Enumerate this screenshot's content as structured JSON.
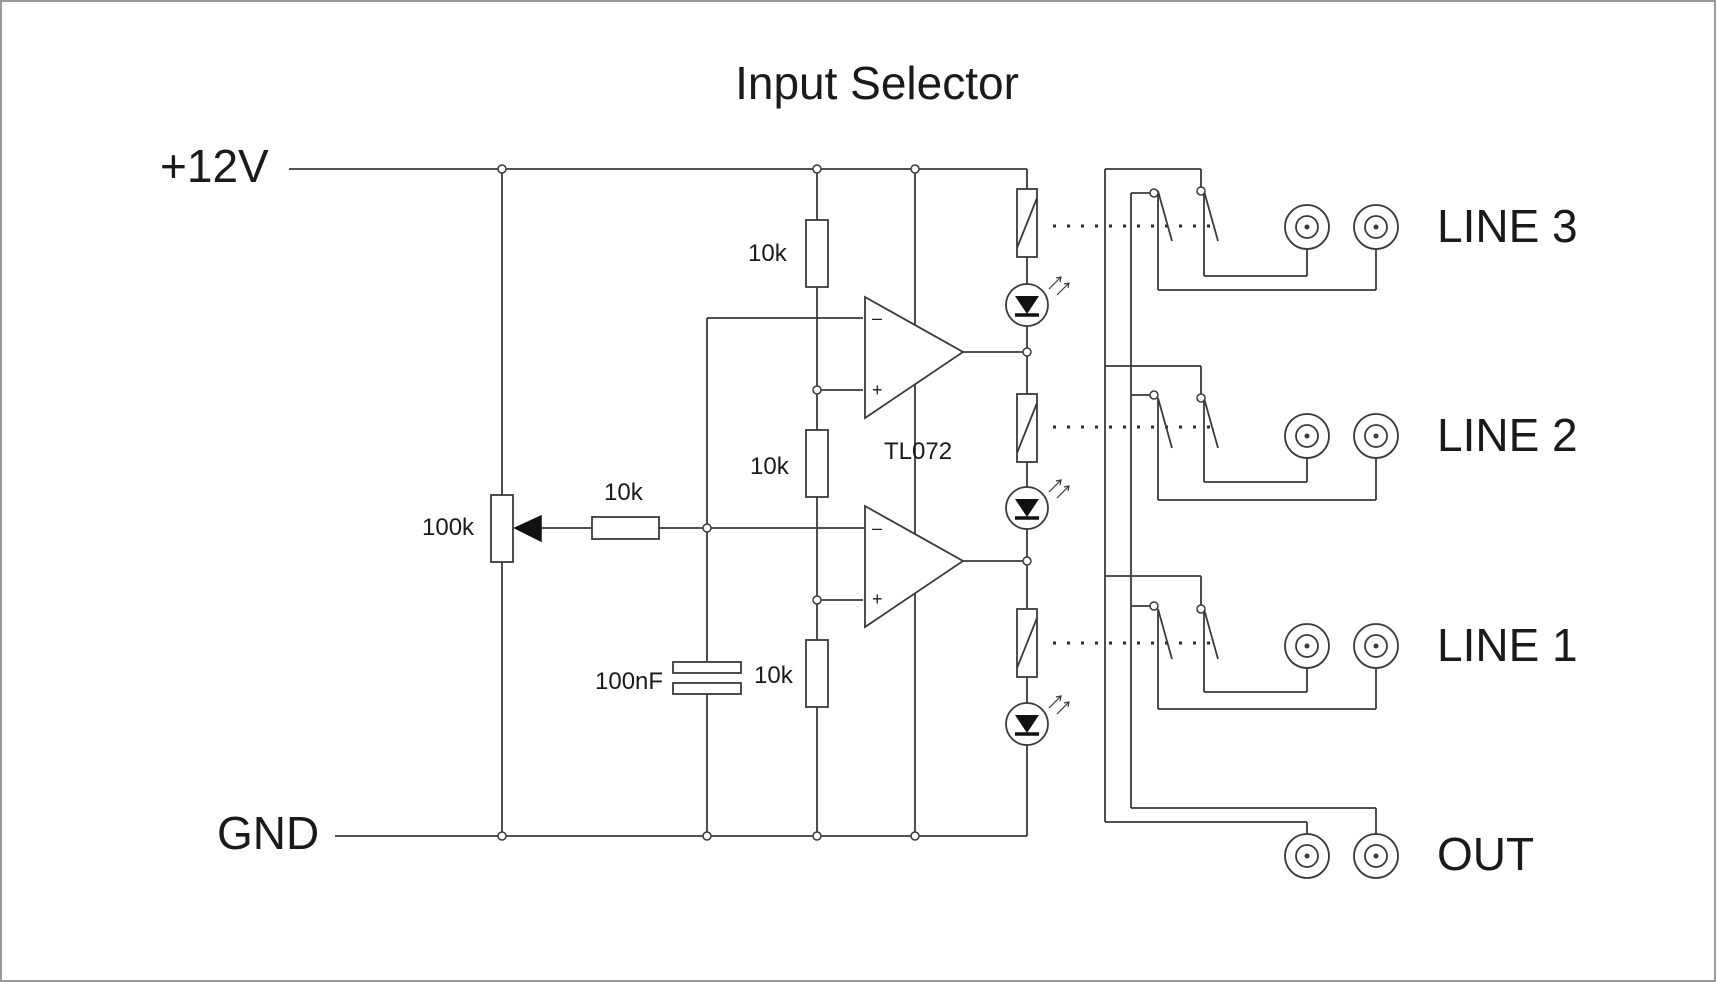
{
  "title": "Input Selector",
  "rails": {
    "positive": "+12V",
    "ground": "GND"
  },
  "components": {
    "potentiometer": "100k",
    "wiper_resistor": "10k",
    "divider_top": "10k",
    "divider_middle": "10k",
    "divider_bottom": "10k",
    "capacitor": "100nF",
    "opamp": "TL072"
  },
  "opamp_pins": {
    "inverting": "–",
    "non_inverting": "+"
  },
  "outputs": {
    "line3": "LINE 3",
    "line2": "LINE 2",
    "line1": "LINE 1",
    "out": "OUT"
  },
  "colors": {
    "wire": "#3a3a3a",
    "text": "#1a1a1a",
    "frame": "#9a9a9a",
    "background": "#ffffff"
  },
  "icons": [
    "resistor-icon",
    "potentiometer-icon",
    "capacitor-icon",
    "opamp-icon",
    "relay-coil-icon",
    "led-icon",
    "switch-icon",
    "rca-jack-icon",
    "junction-dot-icon"
  ]
}
